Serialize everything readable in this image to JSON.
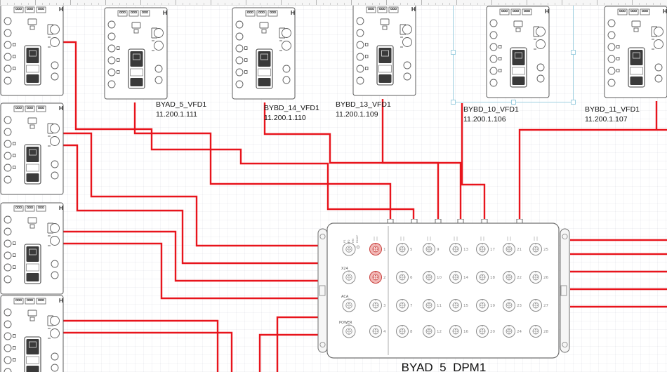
{
  "colors": {
    "cable": "#e8141c",
    "selection": "#9ecfe0",
    "highlight_fill": "#f2b8b6",
    "highlight_stroke": "#c9403d",
    "device_stroke": "#5c5c5c"
  },
  "vfd": {
    "marker": "H"
  },
  "labels": [
    {
      "name": "BYAD_5_VFD1",
      "ip": "11.200.1.111"
    },
    {
      "name": "BYBD_14_VFD1",
      "ip": "11.200.1.110"
    },
    {
      "name": "BYBD_13_VFD1",
      "ip": "11.200.1.109"
    },
    {
      "name": "BYBD_10_VFD1",
      "ip": "11.200.1.106"
    },
    {
      "name": "BYBD_11_VFD1",
      "ip": "11.200.1.107"
    }
  ],
  "selection": {
    "target": "BYBD_10_VFD1"
  },
  "dpm": {
    "name": "BYAD_5_DPM1",
    "utility_labels": [
      "X24",
      "ACA",
      "POWER"
    ],
    "led_labels": [
      "P1",
      "P2",
      "RM",
      "FAULT"
    ],
    "port_numbers": [
      1,
      2,
      3,
      4,
      5,
      6,
      7,
      8,
      9,
      10,
      11,
      12,
      13,
      14,
      15,
      16,
      17,
      18,
      19,
      20,
      21,
      22,
      23,
      24,
      25,
      26,
      27,
      28
    ],
    "highlighted_ports": [
      1,
      2
    ]
  }
}
